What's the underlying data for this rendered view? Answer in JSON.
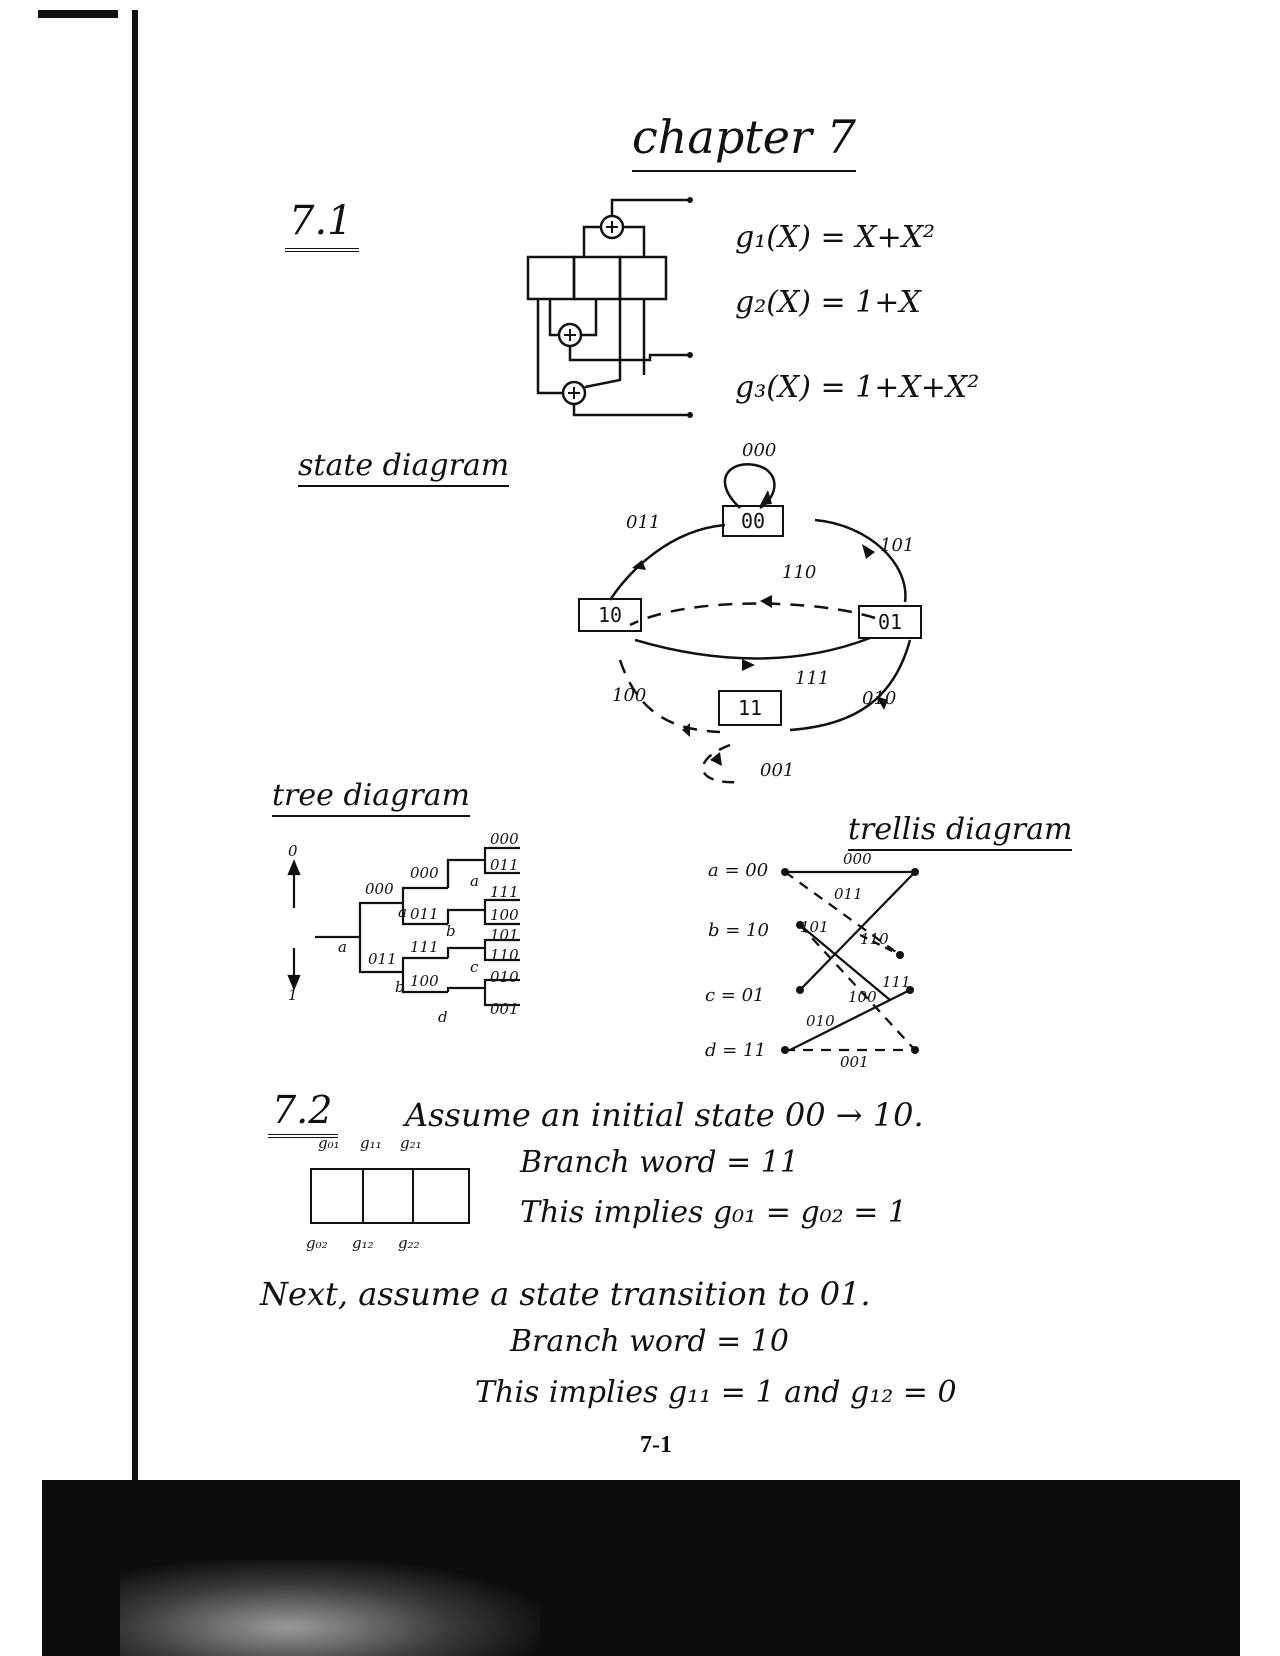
{
  "page": {
    "chapter_title": "chapter 7",
    "page_number": "7-1"
  },
  "problem_7_1": {
    "number": "7.1",
    "equations": [
      "g₁(X) = X+X²",
      "g₂(X) = 1+X",
      "g₃(X) = 1+X+X²"
    ],
    "state_diagram": {
      "heading": "state diagram",
      "states": [
        "00",
        "10",
        "01",
        "11"
      ],
      "branch_labels": [
        "000",
        "011",
        "101",
        "110",
        "111",
        "100",
        "010",
        "001"
      ]
    },
    "tree_diagram": {
      "heading": "tree diagram",
      "axis_top": "0",
      "axis_bottom": "1",
      "node_labels": [
        "a",
        "a",
        "a",
        "b",
        "b",
        "c",
        "d"
      ],
      "branch_labels": [
        "000",
        "011",
        "000",
        "011",
        "111",
        "100",
        "000",
        "011",
        "111",
        "100",
        "101",
        "110",
        "010",
        "001"
      ]
    },
    "trellis_diagram": {
      "heading": "trellis diagram",
      "state_labels": [
        "a = 00",
        "b = 10",
        "c = 01",
        "d = 11"
      ],
      "branch_labels": [
        "000",
        "011",
        "101",
        "110",
        "111",
        "100",
        "010",
        "001"
      ]
    }
  },
  "problem_7_2": {
    "number": "7.2",
    "register_top_labels": [
      "g₀₁",
      "g₁₁",
      "g₂₁"
    ],
    "register_bottom_labels": [
      "g₀₂",
      "g₁₂",
      "g₂₂"
    ],
    "lines": [
      "Assume an initial state 00 → 10.",
      "Branch word = 11",
      "This implies g₀₁ = g₀₂ = 1",
      "Next, assume a state transition to 01.",
      "Branch word = 10",
      "This implies g₁₁ = 1 and g₁₂ = 0"
    ]
  }
}
